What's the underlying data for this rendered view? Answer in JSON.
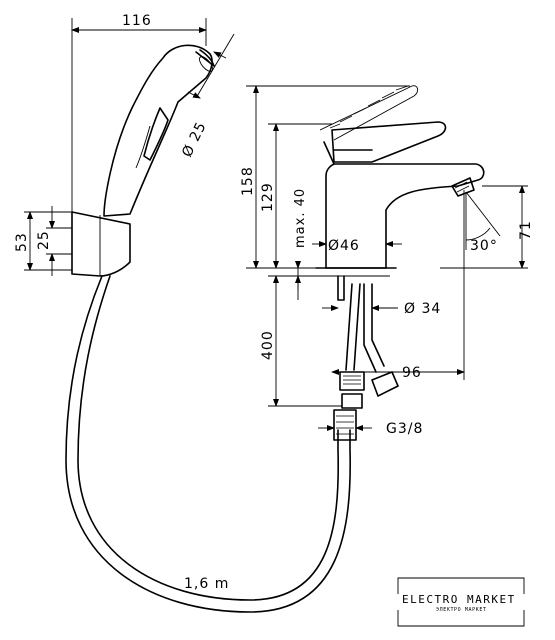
{
  "dimensions": {
    "hand_shower_width": "116",
    "hand_shower_diameter": "Ø 25",
    "holder_height": "53",
    "holder_inner": "25",
    "hose_length": "1,6 m",
    "height_total": "158",
    "height_spout": "129",
    "max_height": "max. 40",
    "body_diameter": "Ø46",
    "hole_diameter": "Ø 34",
    "hose_drop": "400",
    "spout_reach": "96",
    "spout_height": "71",
    "spout_angle": "30°",
    "thread": "G3/8"
  },
  "watermark": {
    "title": "ELECTRO MARKET",
    "subtitle": "ЭЛЕКТРО МАРКЕТ"
  }
}
